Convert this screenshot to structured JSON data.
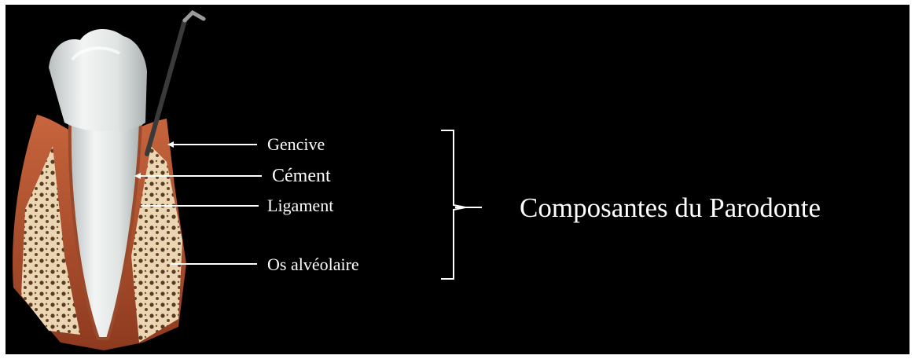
{
  "labels": {
    "gencive": "Gencive",
    "cement": "Cément",
    "ligament": "Ligament",
    "os_alveolaire": "Os alvéolaire"
  },
  "group_title": "Composantes du Parodonte",
  "colors": {
    "background": "#000000",
    "text": "#ffffff",
    "gum": "#b5532f",
    "gum_dark": "#7a2c17",
    "enamel": "#e7ebea",
    "bone": "#e9d3ae",
    "probe": "#333333"
  }
}
